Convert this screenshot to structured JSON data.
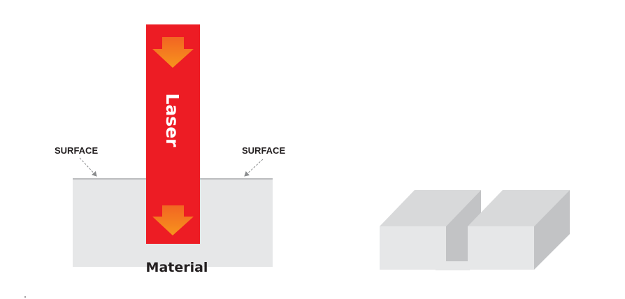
{
  "labels": {
    "surface_left": "SURFACE",
    "surface_right": "SURFACE",
    "laser": "Laser",
    "material": "Material"
  },
  "colors": {
    "laser_beam": "#ed1c24",
    "arrow_top": "#f26522",
    "arrow_bottom": "#f7941d",
    "material": "#e6e7e8",
    "surface_line": "#a7a9ac",
    "block_front": "#e6e7e8",
    "block_top": "#d8d9da",
    "block_side": "#c2c3c5",
    "pointer": "#8a8c8e"
  },
  "icons": {
    "laser_arrows": "down-arrow-icon",
    "surface_pointers": "dashed-arrow-icon"
  }
}
